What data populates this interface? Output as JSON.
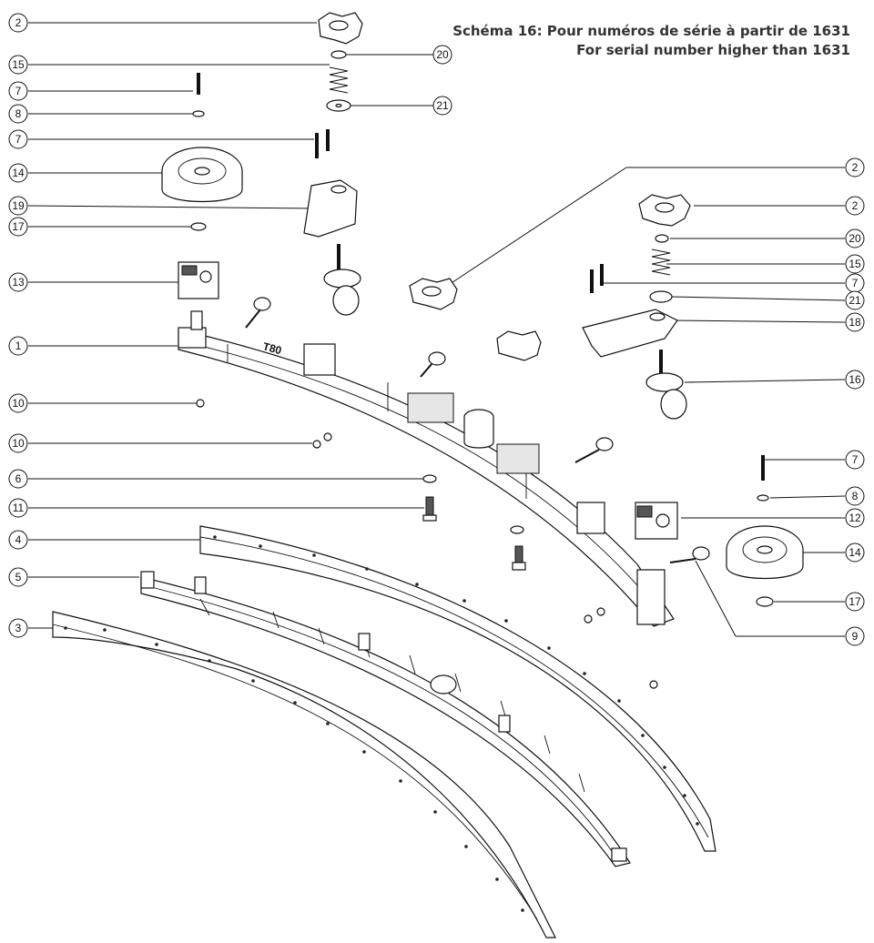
{
  "header": {
    "title_fr": "Schéma 16: Pour numéros de série à partir de 1631",
    "title_en": "For serial number higher than 1631"
  },
  "part_stamp": "T80",
  "callouts": [
    {
      "id": "c2a",
      "label": "2"
    },
    {
      "id": "c15a",
      "label": "15"
    },
    {
      "id": "c7a",
      "label": "7"
    },
    {
      "id": "c8a",
      "label": "8"
    },
    {
      "id": "c7b",
      "label": "7"
    },
    {
      "id": "c14a",
      "label": "14"
    },
    {
      "id": "c19",
      "label": "19"
    },
    {
      "id": "c17a",
      "label": "17"
    },
    {
      "id": "c13",
      "label": "13"
    },
    {
      "id": "c1",
      "label": "1"
    },
    {
      "id": "c10a",
      "label": "10"
    },
    {
      "id": "c10b",
      "label": "10"
    },
    {
      "id": "c6",
      "label": "6"
    },
    {
      "id": "c11",
      "label": "11"
    },
    {
      "id": "c4",
      "label": "4"
    },
    {
      "id": "c5",
      "label": "5"
    },
    {
      "id": "c3",
      "label": "3"
    },
    {
      "id": "c20a",
      "label": "20"
    },
    {
      "id": "c21a",
      "label": "21"
    },
    {
      "id": "c2b",
      "label": "2"
    },
    {
      "id": "c2c",
      "label": "2"
    },
    {
      "id": "c20b",
      "label": "20"
    },
    {
      "id": "c15b",
      "label": "15"
    },
    {
      "id": "c7c",
      "label": "7"
    },
    {
      "id": "c21b",
      "label": "21"
    },
    {
      "id": "c18",
      "label": "18"
    },
    {
      "id": "c16",
      "label": "16"
    },
    {
      "id": "c7d",
      "label": "7"
    },
    {
      "id": "c8b",
      "label": "8"
    },
    {
      "id": "c12",
      "label": "12"
    },
    {
      "id": "c14b",
      "label": "14"
    },
    {
      "id": "c17b",
      "label": "17"
    },
    {
      "id": "c9",
      "label": "9"
    }
  ]
}
